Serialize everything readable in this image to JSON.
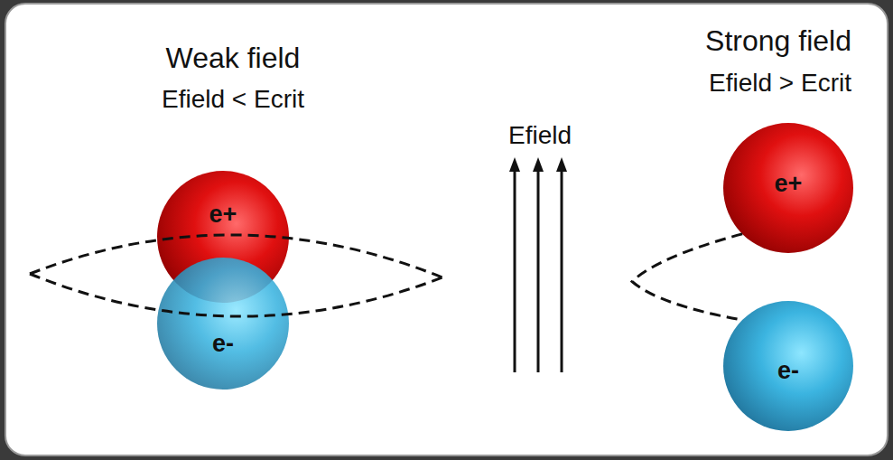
{
  "diagram": {
    "nodes": [
      {
        "text": [
          "e+"
        ]
      },
      {
        "text": [
          "e-"
        ]
      },
      {
        "text": [
          "e+"
        ]
      },
      {
        "text": [
          "e-"
        ]
      }
    ],
    "edges": [
      {
        "from": 2,
        "to": 3,
        "arrow": "none"
      }
    ],
    "labels": [
      "Weak field",
      "Efield < Ecrit",
      "Efield",
      "Strong field",
      "Efield > Ecrit"
    ]
  }
}
